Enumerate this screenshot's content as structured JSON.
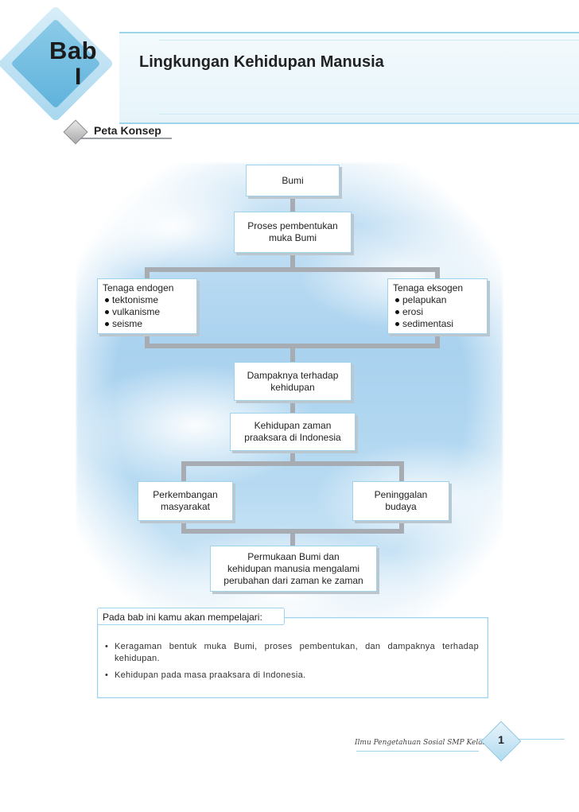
{
  "header": {
    "bab_word": "Bab",
    "bab_number": "I",
    "chapter_title": "Lingkungan Kehidupan Manusia"
  },
  "section": {
    "label": "Peta Konsep"
  },
  "concept_map": {
    "bumi": "Bumi",
    "proses_line1": "Proses pembentukan",
    "proses_line2": "muka Bumi",
    "endogen": {
      "title": "Tenaga endogen",
      "items": [
        "tektonisme",
        "vulkanisme",
        "seisme"
      ]
    },
    "eksogen": {
      "title": "Tenaga eksogen",
      "items": [
        "pelapukan",
        "erosi",
        "sedimentasi"
      ]
    },
    "dampak_line1": "Dampaknya terhadap",
    "dampak_line2": "kehidupan",
    "praaksara_line1": "Kehidupan zaman",
    "praaksara_line2": "praaksara di Indonesia",
    "masyarakat_line1": "Perkembangan",
    "masyarakat_line2": "masyarakat",
    "budaya_line1": "Peninggalan",
    "budaya_line2": "budaya",
    "permukaan_line1": "Permukaan Bumi dan",
    "permukaan_line2": "kehidupan manusia mengalami",
    "permukaan_line3": "perubahan dari zaman ke zaman"
  },
  "learning": {
    "heading": "Pada bab ini kamu akan mempelajari:",
    "items": [
      "Keragaman bentuk muka Bumi, proses pembentukan, dan dampaknya terhadap kehidupan.",
      "Kehidupan pada masa praaksara di Indonesia."
    ]
  },
  "footer": {
    "book_title": "Ilmu Pengetahuan Sosial SMP Kelas VII",
    "page_number": "1"
  },
  "colors": {
    "accent_blue": "#5fb2dc",
    "box_border": "#9fd3ec",
    "connector_gray": "#a6acb2"
  }
}
